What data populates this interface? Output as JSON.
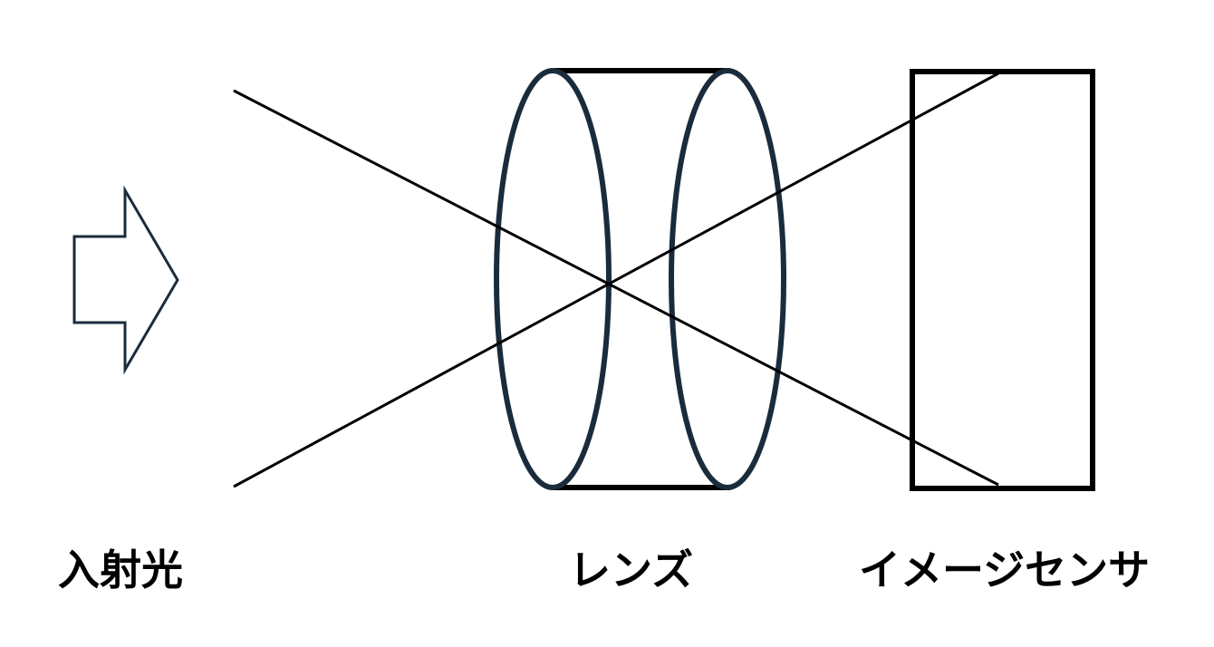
{
  "labels": {
    "incident_light": "入射光",
    "lens": "レンズ",
    "image_sensor": "イメージセンサ"
  },
  "colors": {
    "background": "#ffffff",
    "ray": "#000000",
    "lens_outline": "#1a2b3c",
    "lens_body_edge": "#000000",
    "sensor_outline": "#000000",
    "arrow_outline": "#1a2b3c"
  },
  "icons": {
    "incident_arrow": "right-arrow-outline-icon"
  }
}
